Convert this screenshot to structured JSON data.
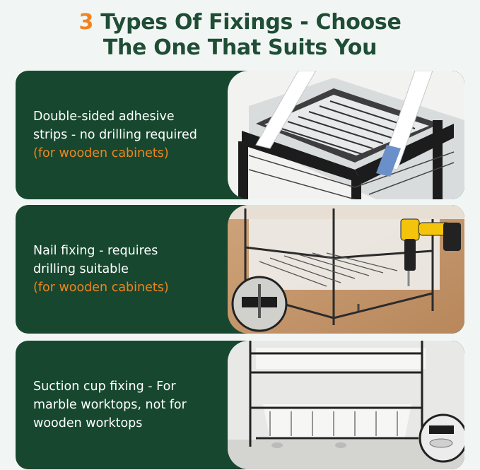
{
  "header": {
    "title_num": "3",
    "title_line1": "Types Of Fixings - Choose",
    "title_line2": "The One That Suits You"
  },
  "panels": [
    {
      "line1": "Double-sided adhesive",
      "line2": "strips - no drilling required",
      "note": "(for wooden cabinets)",
      "image": "adhesive-strips-rack"
    },
    {
      "line1": "Nail fixing - requires",
      "line2": "drilling suitable",
      "note": "(for wooden cabinets)",
      "image": "drill-nail-fixing-rack"
    },
    {
      "line1": "Suction cup fixing - For",
      "line2": "marble worktops, not for",
      "line3": "wooden worktops",
      "image": "suction-cup-rack"
    }
  ],
  "colors": {
    "background": "#f1f6f4",
    "panel": "#17482f",
    "title": "#1f4d35",
    "accent": "#f2831f"
  }
}
